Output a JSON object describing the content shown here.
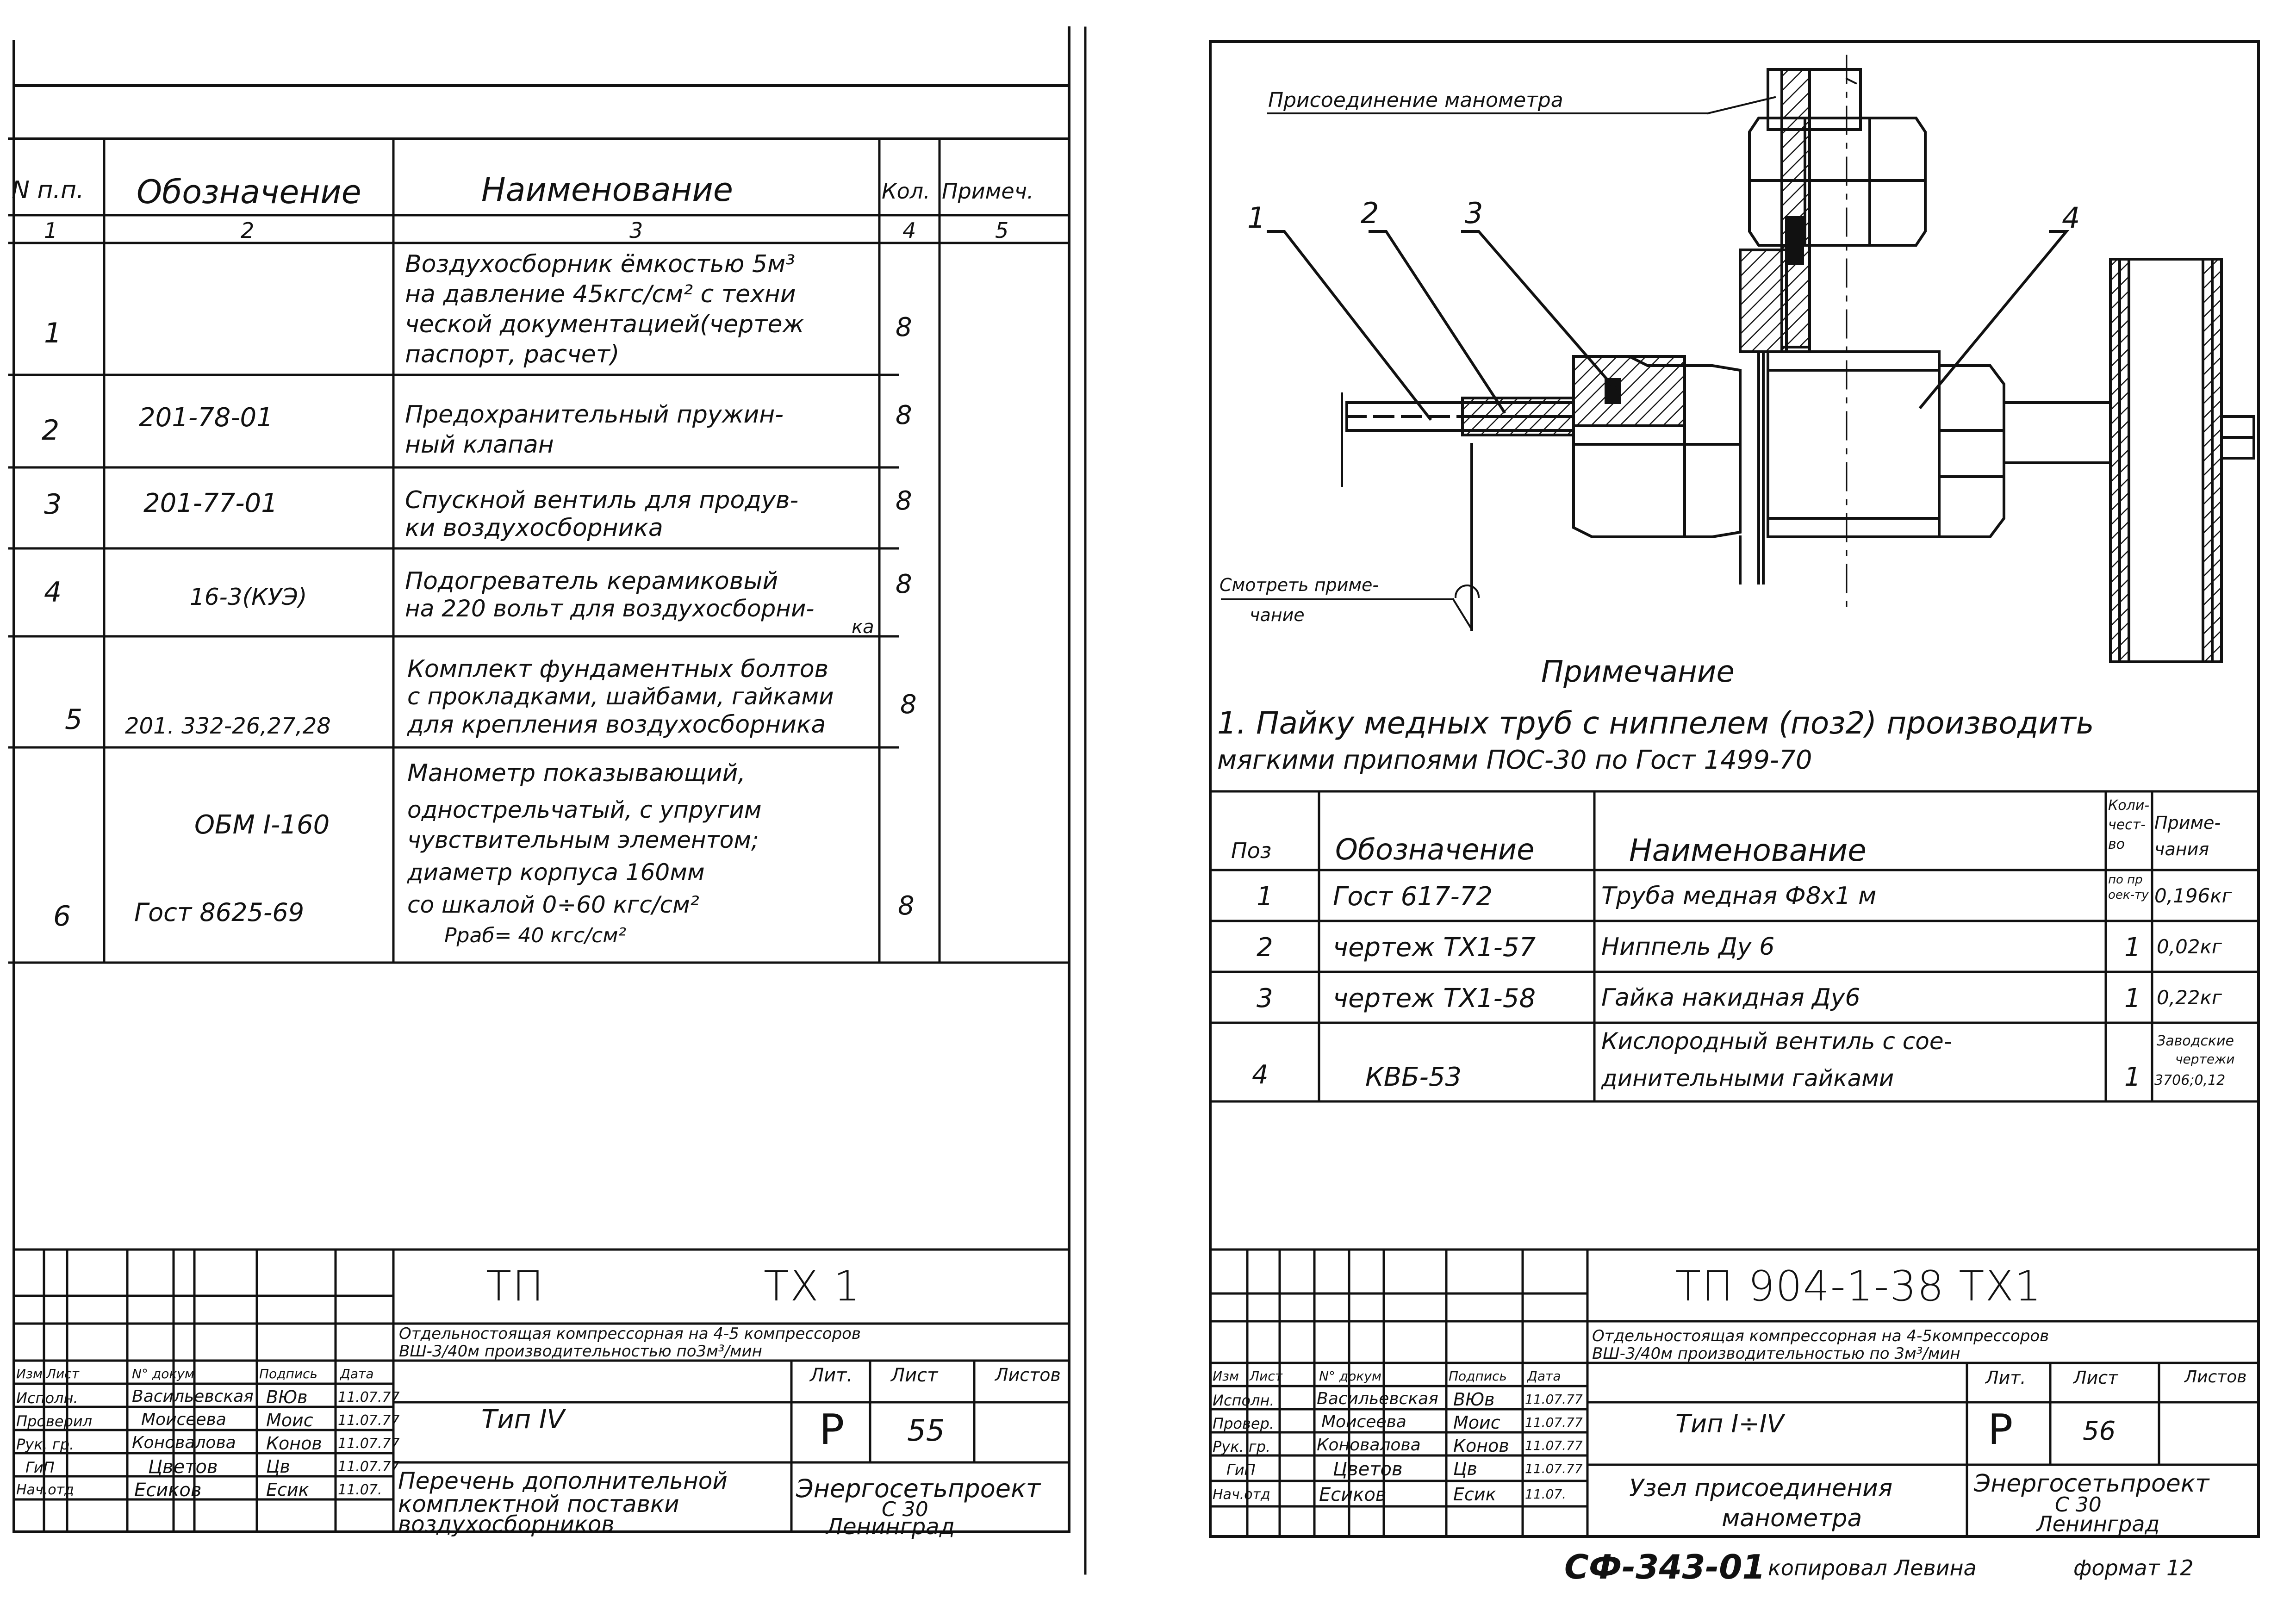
{
  "left_sheet": {
    "table_headers": {
      "num": "N п.п.",
      "designation": "Обозначение",
      "name": "Наименование",
      "qty": "Кол.",
      "note": "Примеч."
    },
    "col_numbers": [
      "1",
      "2",
      "3",
      "4",
      "5"
    ],
    "rows": [
      {
        "num": "1",
        "designation": "",
        "name_lines": [
          "Воздухосборник ёмкостью 5м³",
          "на давление 45кгс/см² с техни",
          "ческой документацией(чертеж",
          "паспорт, расчет)"
        ],
        "qty": "8"
      },
      {
        "num": "2",
        "designation": "201-78-01",
        "name_lines": [
          "Предохранительный пружин-",
          "ный клапан"
        ],
        "qty": "8"
      },
      {
        "num": "3",
        "designation": "201-77-01",
        "name_lines": [
          "Спускной вентиль для продув-",
          "ки воздухосборника"
        ],
        "qty": "8"
      },
      {
        "num": "4",
        "designation": "16-3(КУЭ)",
        "name_lines": [
          "Подогреватель керамиковый",
          "на 220 вольт для воздухосборни-",
          "ка"
        ],
        "qty": "8"
      },
      {
        "num": "5",
        "designation": "201. 332-26,27,28",
        "name_lines": [
          "Комплект фундаментных болтов",
          "с прокладками, шайбами, гайками",
          "для крепления воздухосборника"
        ],
        "qty": "8"
      },
      {
        "num": "6",
        "designation_lines": [
          "ОБМ I-160",
          "Гост 8625-69"
        ],
        "name_lines": [
          "Манометр показывающий,",
          "одностpельчатый, с упругим",
          "чувствительным элементом;",
          "диаметр корпуса 160мм",
          "со шкалой 0÷60 кгс/см²",
          "Рраб= 40 кгс/см²"
        ],
        "qty": "8"
      }
    ],
    "stamp": {
      "code_left": "ТП",
      "code_right": "ТХ 1",
      "description": [
        "Отдельностоящая компрессорная на 4-5 компрессоров",
        "ВШ-3/40м производительностью по3м³/мин"
      ],
      "change_headers": [
        "Изм",
        "Лист",
        "N° докум",
        "Подпись",
        "Дата"
      ],
      "roles": [
        "Исполн.",
        "Проверил",
        "Рук. гр.",
        "ГиП",
        "Нач.отд"
      ],
      "people": [
        "Васильевская",
        "Моисеева",
        "Коновалова",
        "Цветов",
        "Есиков"
      ],
      "signatures": [
        "ВЮв",
        "Моис",
        "Конов",
        "Цв",
        "Есик"
      ],
      "dates": [
        "11.07.77",
        "11.07.77",
        "11.07.77",
        "11.07.77",
        "11.07."
      ],
      "type": "Тип IV",
      "lit_label": "Лит.",
      "sheet_label": "Лист",
      "sheets_label": "Листов",
      "lit": "Р",
      "sheet": "55",
      "title": [
        "Перечень дополнительной",
        "комплектной поставки",
        "воздухосборников"
      ],
      "org": [
        "Энергосетьпроект",
        "С 30",
        "Ленинград"
      ]
    }
  },
  "right_sheet": {
    "drawing": {
      "label_top": "Присоединение манометра",
      "label_side": [
        "Смотреть приме-",
        "чание"
      ],
      "callouts": [
        "1",
        "2",
        "3",
        "4"
      ]
    },
    "note_title": "Примечание",
    "note_lines": [
      "1. Пайку медных труб с ниппелем (поз2) производить",
      "мягкими припоями ПОС-30 по Гост 1499-70"
    ],
    "table_headers": {
      "pos": "Поз",
      "designation": "Обозначение",
      "name": "Наименование",
      "qty": "Коли-чест-во",
      "note": "Приме-чания"
    },
    "rows": [
      {
        "pos": "1",
        "designation": "Гост 617-72",
        "name": "Труба медная Ф8х1 м",
        "qty": "по проек-ту",
        "note": "0,196кг"
      },
      {
        "pos": "2",
        "designation": "чертеж ТХ1-57",
        "name": "Ниппель Ду 6",
        "qty": "1",
        "note": "0,02кг"
      },
      {
        "pos": "3",
        "designation": "чертеж ТХ1-58",
        "name": "Гайка накидная Ду6",
        "qty": "1",
        "note": "0,22кг"
      },
      {
        "pos": "4",
        "designation": "КВБ-53",
        "name_lines": [
          "Кислородный вентиль с сое-",
          "динительными гайками"
        ],
        "qty": "1",
        "note_lines": [
          "Заводские",
          "чертежи",
          "3706;0,12"
        ]
      }
    ],
    "stamp": {
      "code": "ТП  904-1-38  ТХ1",
      "description": [
        "Отдельностоящая компрессорная на 4-5компрессоров",
        "ВШ-3/40м производительностью по 3м³/мин"
      ],
      "change_headers": [
        "Изм",
        "Лист",
        "N° докум",
        "Подпись",
        "Дата"
      ],
      "roles": [
        "Исполн.",
        "Провер.",
        "Рук. гр.",
        "ГиП",
        "Нач.отд"
      ],
      "people": [
        "Васильевская",
        "Моисеева",
        "Коновалова",
        "Цветов",
        "Есиков"
      ],
      "signatures": [
        "ВЮв",
        "Моис",
        "Конов",
        "Цв",
        "Есик"
      ],
      "dates": [
        "11.07.77",
        "11.07.77",
        "11.07.77",
        "11.07.77",
        "11.07."
      ],
      "type": "Тип I÷IV",
      "lit_label": "Лит.",
      "sheet_label": "Лист",
      "sheets_label": "Листов",
      "lit": "Р",
      "sheet": "56",
      "title": [
        "Узел присоединения",
        "манометра"
      ],
      "org": [
        "Энергосетьпроект",
        "С 30",
        "Ленинград"
      ]
    },
    "footer": {
      "code": "СФ-343-01",
      "copied": "копировал Левина",
      "format": "формат 12"
    }
  }
}
